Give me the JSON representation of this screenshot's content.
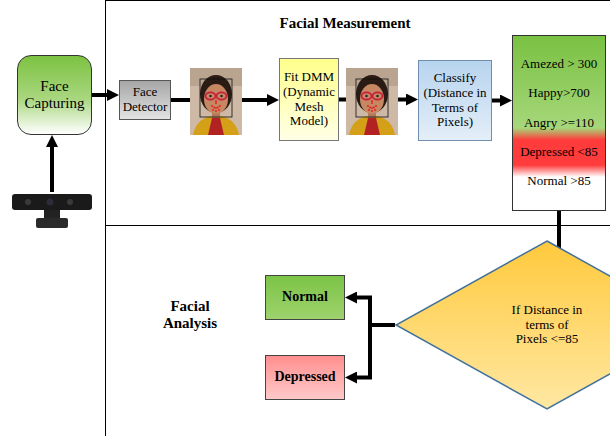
{
  "diagram": {
    "nodes": [
      {
        "text": [
          "Face Capturing"
        ]
      },
      {
        "text": [
          "Facial Measurement"
        ]
      },
      {
        "text": [
          "Face Detector"
        ],
        "in": 1
      },
      {
        "text": [
          "Fit DMM (Dynamic Mesh Model)"
        ],
        "in": 1
      },
      {
        "text": [
          "Classify (Distance in Terms of Pixels)"
        ],
        "in": 1
      },
      {
        "text": [
          "Amezed > 300",
          "Happy>700",
          "Angry >=110",
          "Depressed <85",
          "Normal >85"
        ],
        "in": 1
      },
      {
        "text": [
          "Facial Analysis"
        ]
      },
      {
        "text": [
          "If Distance in terms of Pixels <=85"
        ],
        "in": 6
      },
      {
        "text": [
          "Normal"
        ],
        "in": 6
      },
      {
        "text": [
          "Depressed"
        ],
        "in": 6
      }
    ],
    "edges": [
      {
        "from": 0,
        "to": 2,
        "arrow": "to"
      },
      {
        "from": 2,
        "to": 3,
        "arrow": "to"
      },
      {
        "from": 3,
        "to": 4,
        "arrow": "to"
      },
      {
        "from": 4,
        "to": 5,
        "arrow": "to"
      },
      {
        "from": 5,
        "to": 7,
        "arrow": "to"
      },
      {
        "from": 7,
        "to": 8,
        "arrow": "to"
      },
      {
        "from": 7,
        "to": 9,
        "arrow": "to"
      }
    ]
  }
}
